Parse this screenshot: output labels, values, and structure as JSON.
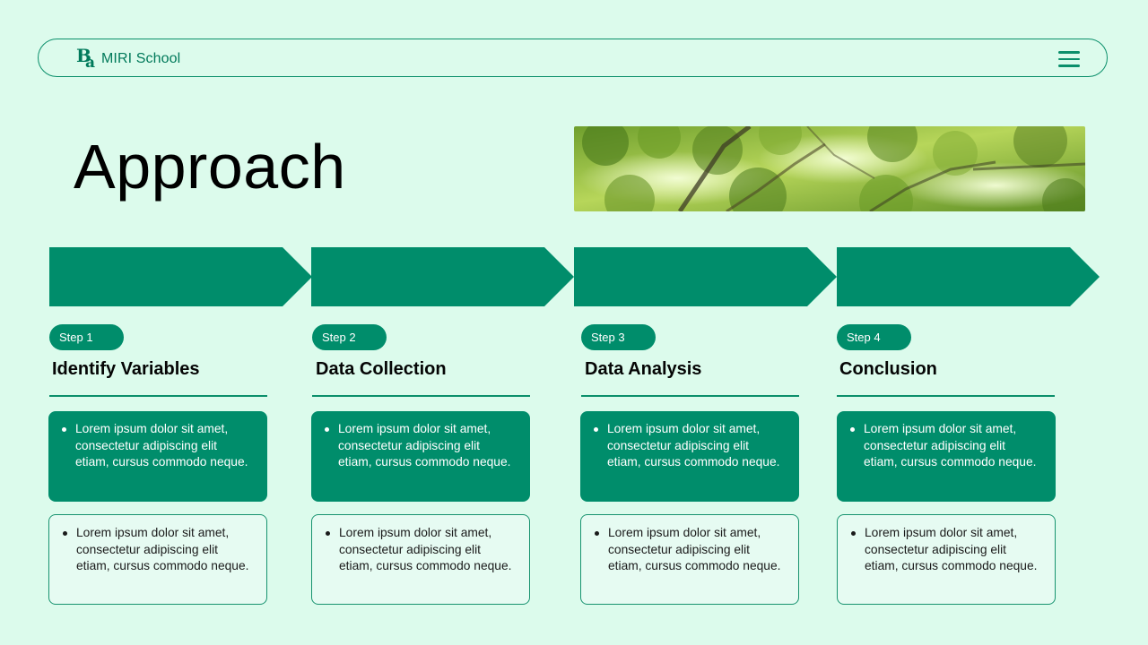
{
  "header": {
    "brand": "MIRI School",
    "logo_icon": "ba-monogram-logo",
    "menu_icon": "hamburger-menu-icon"
  },
  "page": {
    "title": "Approach",
    "image": "forest-canopy-photo"
  },
  "colors": {
    "background": "#dcfbec",
    "accent": "#008d6b",
    "outline": "#17936f",
    "text": "#0a0a0a"
  },
  "steps": [
    {
      "badge": "Step 1",
      "title": "Identify Variables",
      "card_primary": "Lorem ipsum dolor sit amet, consectetur adipiscing elit etiam, cursus commodo neque.",
      "card_secondary": "Lorem ipsum dolor sit amet, consectetur adipiscing elit etiam, cursus commodo neque."
    },
    {
      "badge": "Step 2",
      "title": "Data Collection",
      "card_primary": "Lorem ipsum dolor sit amet, consectetur adipiscing elit etiam, cursus commodo neque.",
      "card_secondary": "Lorem ipsum dolor sit amet, consectetur adipiscing elit etiam, cursus commodo neque."
    },
    {
      "badge": "Step 3",
      "title": "Data Analysis",
      "card_primary": "Lorem ipsum dolor sit amet, consectetur adipiscing elit etiam, cursus commodo neque.",
      "card_secondary": "Lorem ipsum dolor sit amet, consectetur adipiscing elit etiam, cursus commodo neque."
    },
    {
      "badge": "Step 4",
      "title": "Conclusion",
      "card_primary": "Lorem ipsum dolor sit amet, consectetur adipiscing elit etiam, cursus commodo neque.",
      "card_secondary": "Lorem ipsum dolor sit amet, consectetur adipiscing elit etiam, cursus commodo neque."
    }
  ]
}
